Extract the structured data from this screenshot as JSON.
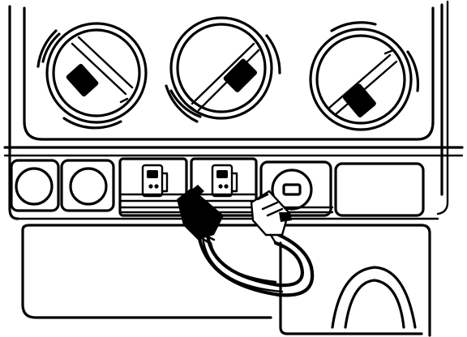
{
  "illustration": {
    "knobs": [
      {
        "id": "left",
        "indicator": "rectangle"
      },
      {
        "id": "center",
        "indicator": "rectangle"
      },
      {
        "id": "right",
        "indicator": "rectangle"
      }
    ],
    "slots": [
      {
        "id": "blank-1",
        "type": "round-blank"
      },
      {
        "id": "blank-2",
        "type": "round-blank"
      },
      {
        "id": "socket-1",
        "type": "connector-socket"
      },
      {
        "id": "socket-2",
        "type": "connector-socket"
      },
      {
        "id": "switch",
        "type": "rocker-switch"
      },
      {
        "id": "blank-3",
        "type": "square-blank"
      }
    ],
    "cable": {
      "connectors": [
        "black-plug",
        "white-plug"
      ]
    },
    "colors": {
      "line": "#000000",
      "fill": "#ffffff"
    }
  }
}
